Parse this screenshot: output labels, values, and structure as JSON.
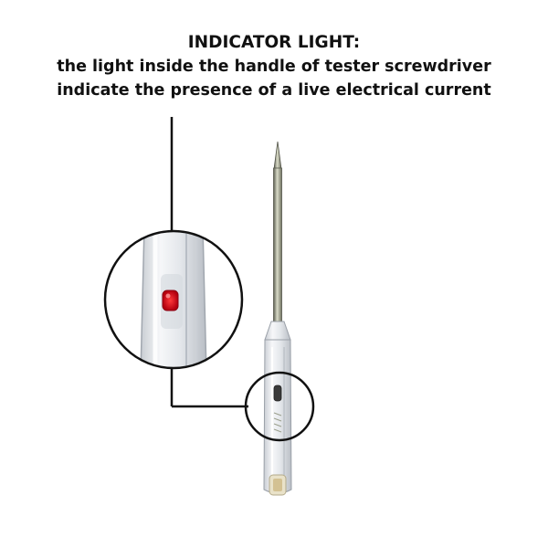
{
  "caption": {
    "heading": "INDICATOR LIGHT:",
    "line1": "the light inside the handle of tester screwdriver",
    "line2": "indicate the presence of a live electrical current"
  },
  "illustration": {
    "subject": "tester-screwdriver",
    "indicator_color": "#e3001b",
    "callout_line_color": "#111111"
  }
}
